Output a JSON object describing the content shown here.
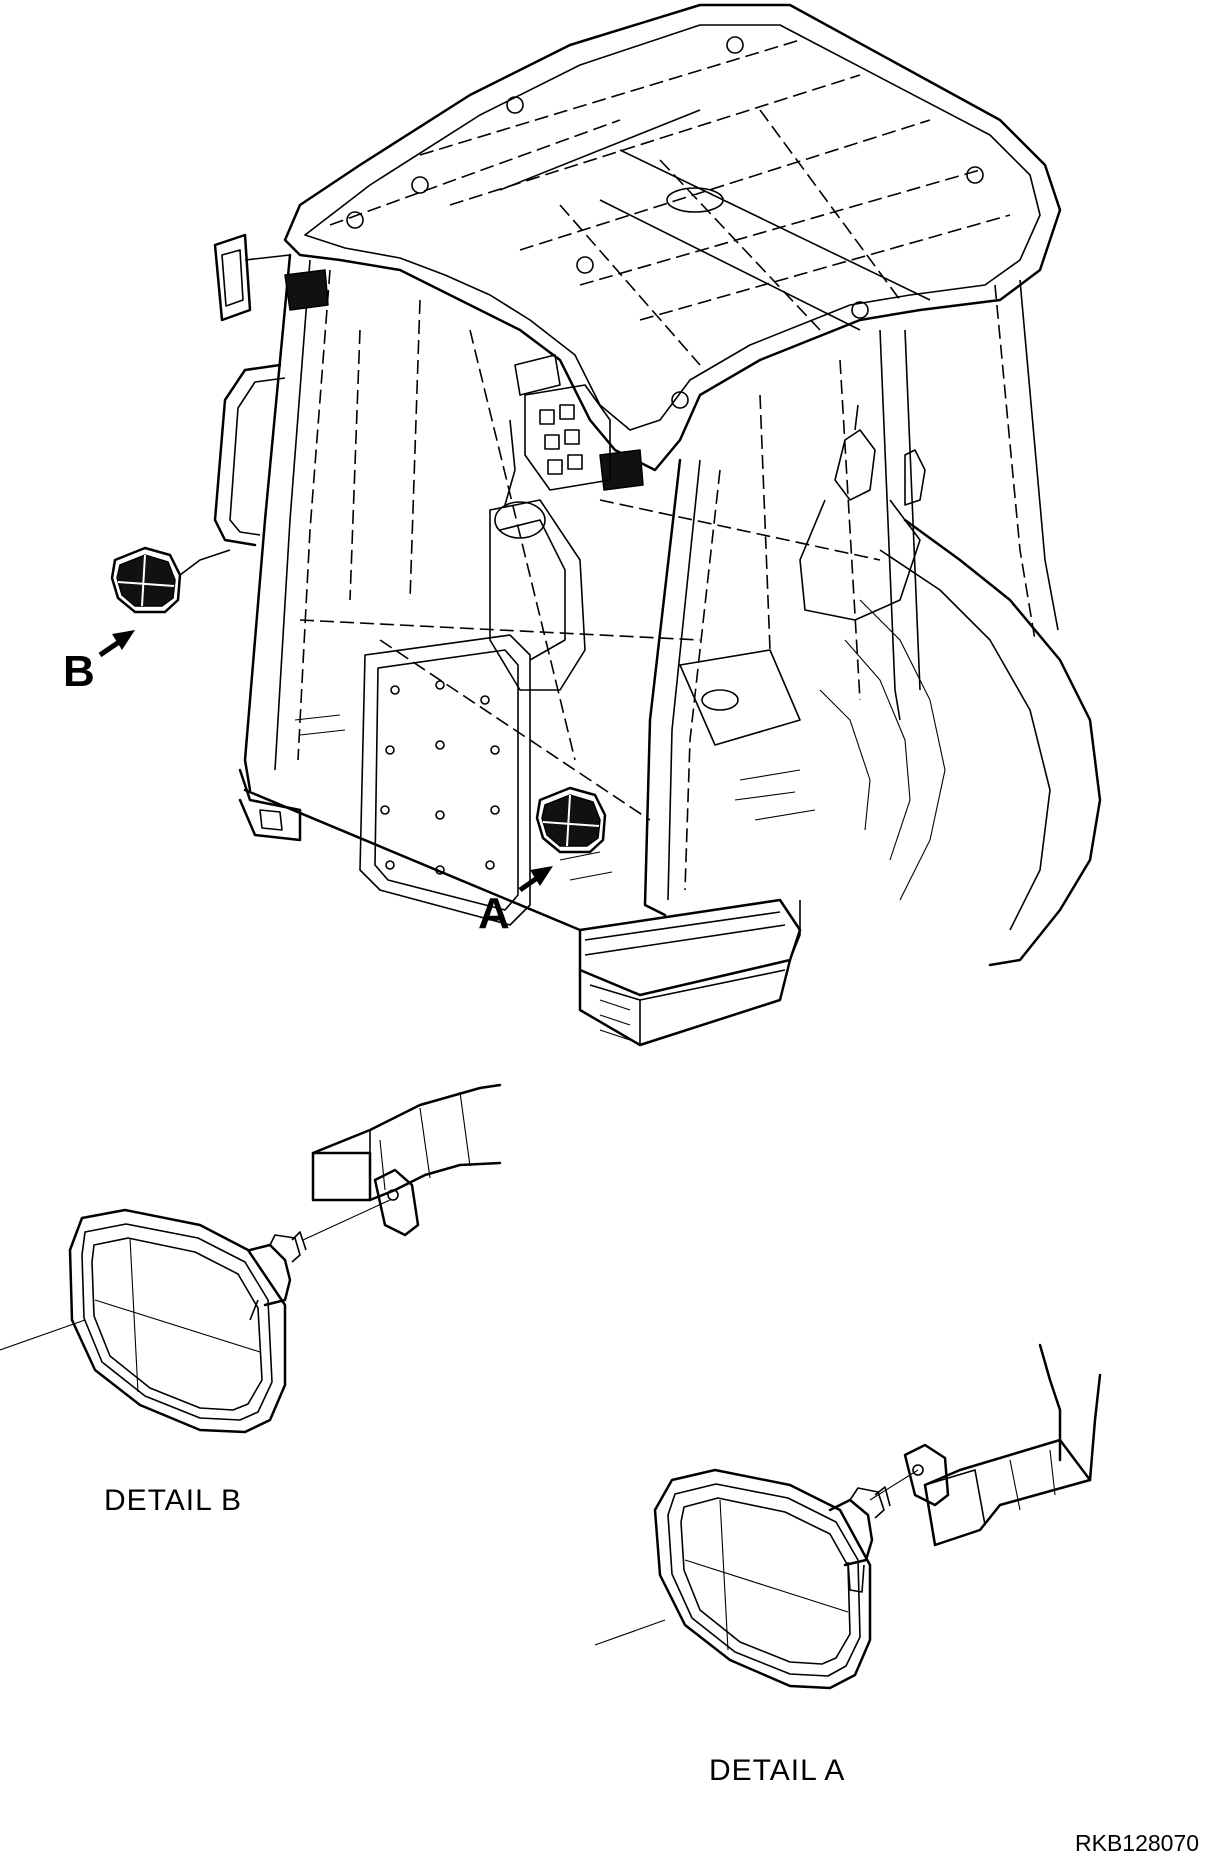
{
  "callouts": {
    "a": "A",
    "b": "B"
  },
  "captions": {
    "detail_a": "DETAIL A",
    "detail_b": "DETAIL B"
  },
  "figure_id": "RKB128070"
}
